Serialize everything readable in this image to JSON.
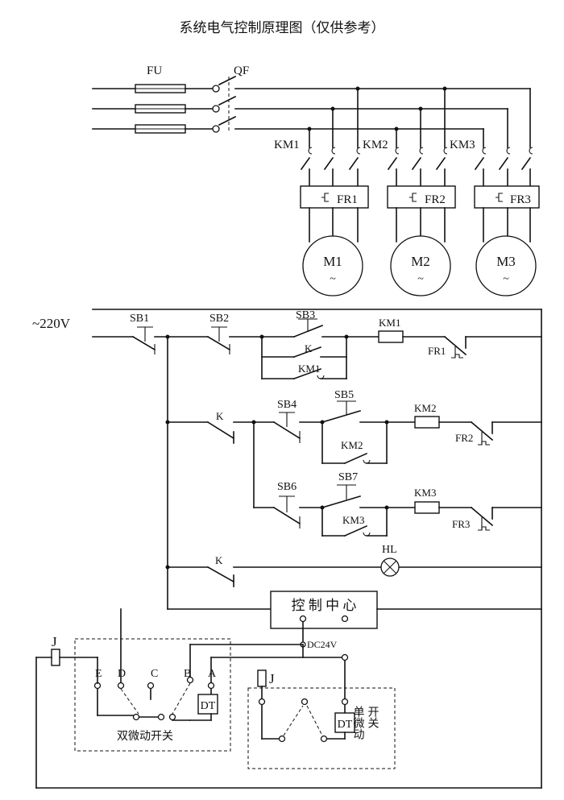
{
  "title": "系统电气控制原理图（仅供参考）",
  "power": {
    "fuse_label": "FU",
    "breaker_label": "QF",
    "contactors": [
      "KM1",
      "KM2",
      "KM3"
    ],
    "relays": [
      "FR1",
      "FR2",
      "FR3"
    ],
    "motors": [
      {
        "label": "M1",
        "symbol": "~"
      },
      {
        "label": "M2",
        "symbol": "~"
      },
      {
        "label": "M3",
        "symbol": "~"
      }
    ]
  },
  "control": {
    "supply_label": "~220V",
    "sb1": "SB1",
    "sb2": "SB2",
    "sb3": "SB3",
    "sb4": "SB4",
    "sb5": "SB5",
    "sb6": "SB6",
    "sb7": "SB7",
    "k": "K",
    "km1": "KM1",
    "km2": "KM2",
    "km3": "KM3",
    "fr1": "FR1",
    "fr2": "FR2",
    "fr3": "FR3",
    "hl": "HL",
    "control_center": "控 制 中 心",
    "dc24v": "DC24V"
  },
  "switches": {
    "double_terminals": [
      "E",
      "D",
      "C",
      "B",
      "A"
    ],
    "double_label": "双微动开关",
    "single_label_col1": "单微动",
    "single_label_col2": "开关",
    "dt": "DT",
    "j": "J"
  }
}
